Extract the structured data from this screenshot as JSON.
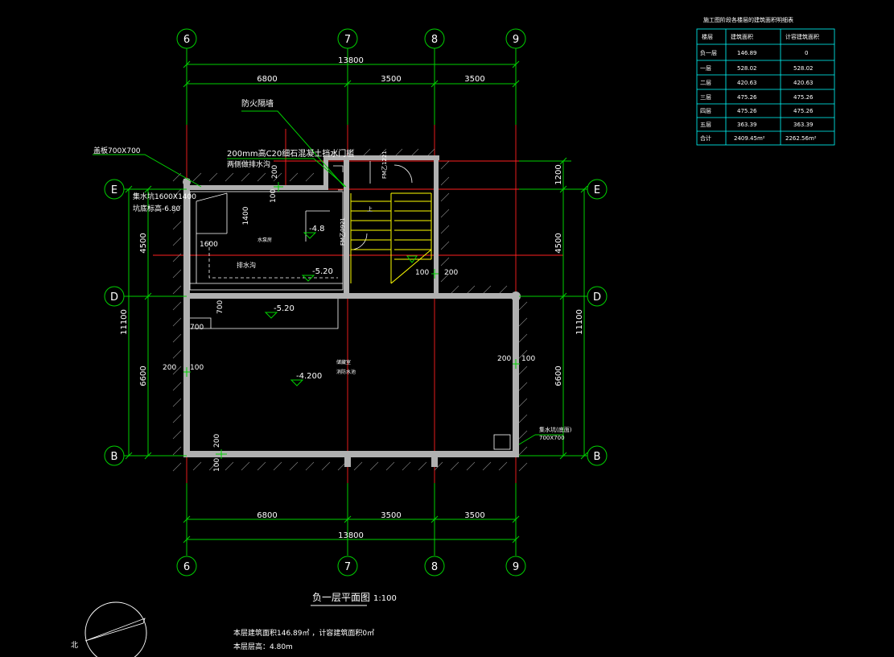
{
  "drawing": {
    "title": "负一层平面图",
    "scale": "1:100",
    "notes": [
      "本层建筑面积146.89㎡  ，计容建筑面积0㎡",
      "本层层高：4.80m"
    ],
    "north_label": "北"
  },
  "axes": {
    "columns": [
      "6",
      "7",
      "8",
      "9"
    ],
    "rows": [
      "E",
      "D",
      "B"
    ]
  },
  "dimensions": {
    "top_total": "13800",
    "top_parts": [
      "6800",
      "3500",
      "3500"
    ],
    "bottom_total": "13800",
    "bottom_parts": [
      "6800",
      "3500",
      "3500"
    ],
    "left_total": "11100",
    "left_parts": [
      "4500",
      "6600"
    ],
    "right_total": "11100",
    "right_parts": [
      "4500",
      "6600"
    ],
    "right_extra": "1200"
  },
  "labels": {
    "firewall": "防火隔墙",
    "curb_note": "200mm高C20细石混凝土挡水门槛",
    "curb_note2": "两侧做排水沟",
    "sump_pit": "盖板700X700",
    "pool_size": "集水坑1600X1400",
    "pool_bottom": "坑底标高-6.80",
    "drain": "排水沟",
    "room1": "水泵房",
    "room2": "储藏室",
    "room2b": "消防水池",
    "equip": "集水坑(底面)",
    "equip_size": "700X700",
    "door1": "FM乙1221",
    "door2": "FM乙0921",
    "elev1": "-4.8",
    "elev2": "-5.20",
    "elev3": "-5.20",
    "elev4": "-4.200",
    "d1400": "1400",
    "d1600": "1600",
    "d100a": "100",
    "d200a": "200",
    "d100b": "100",
    "d200b": "200",
    "d700a": "700",
    "d700b": "700",
    "d200c": "200",
    "d100c": "100",
    "d200d": "200",
    "d100d": "100",
    "d200e": "200",
    "d100e": "100",
    "up": "上"
  },
  "area_table": {
    "caption": "施工图阶段各楼层的建筑面积明细表",
    "headers": [
      "楼层",
      "建筑面积",
      "计容建筑面积"
    ],
    "rows": [
      [
        "负一层",
        "146.89",
        "0"
      ],
      [
        "一层",
        "528.02",
        "528.02"
      ],
      [
        "二层",
        "420.63",
        "420.63"
      ],
      [
        "三层",
        "475.26",
        "475.26"
      ],
      [
        "四层",
        "475.26",
        "475.26"
      ],
      [
        "五层",
        "363.39",
        "363.39"
      ],
      [
        "合计",
        "2409.45m²",
        "2262.56m²"
      ]
    ]
  },
  "colors": {
    "background": "#000000",
    "dimension": "#00d000",
    "axis": "#ff2020",
    "wall": "#b0b0b0",
    "stair": "#ffff00",
    "table": "#00ffff"
  }
}
